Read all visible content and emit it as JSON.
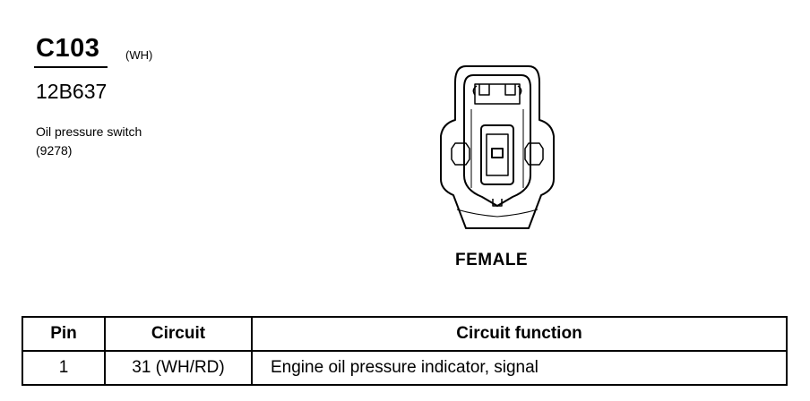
{
  "connector": {
    "id": "C103",
    "color": "(WH)",
    "part_number": "12B637",
    "description_line1": "Oil pressure switch",
    "description_line2": "(9278)"
  },
  "drawing": {
    "gender_label": "FEMALE"
  },
  "pin_table": {
    "headers": [
      "Pin",
      "Circuit",
      "Circuit function"
    ],
    "rows": [
      {
        "pin": "1",
        "circuit": "31 (WH/RD)",
        "function": "Engine oil pressure indicator, signal"
      }
    ]
  }
}
